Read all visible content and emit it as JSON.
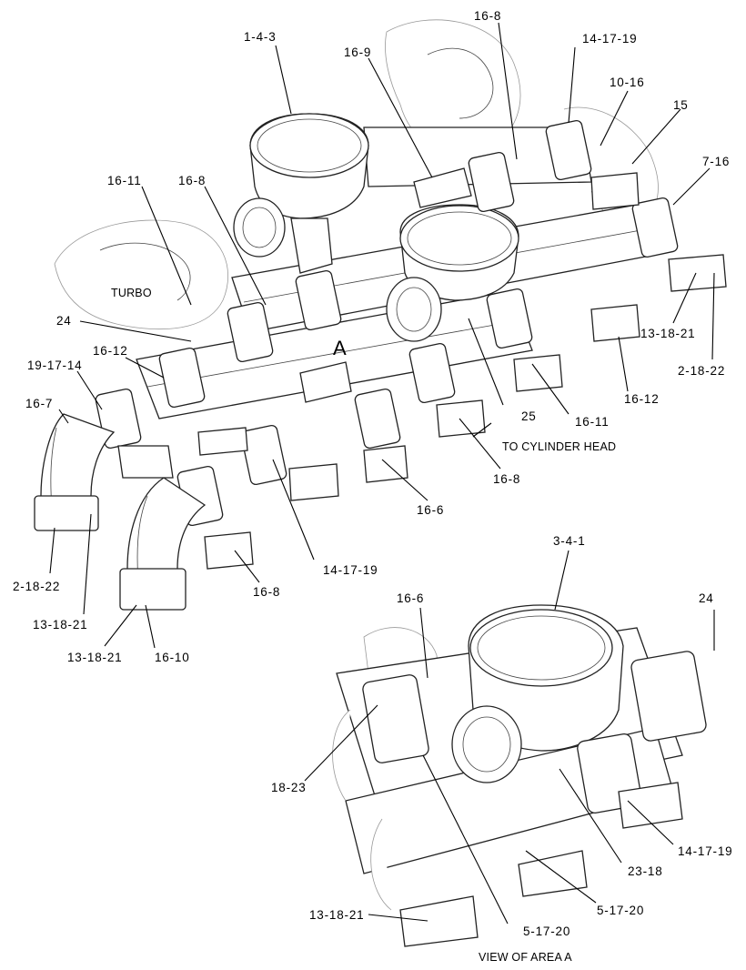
{
  "main_labels": {
    "area_marker": "A",
    "turbo": "TURBO",
    "to_cylinder_head": "TO CYLINDER HEAD",
    "view_of_area": "VIEW OF AREA A"
  },
  "callouts": {
    "c_1_4_3": "1-4-3",
    "c_16_9": "16-9",
    "c_16_8_top": "16-8",
    "c_14_17_19_top": "14-17-19",
    "c_10_16": "10-16",
    "c_15": "15",
    "c_7_16": "7-16",
    "c_16_11_left": "16-11",
    "c_16_8_left": "16-8",
    "c_24_left": "24",
    "c_16_12_left": "16-12",
    "c_19_17_14": "19-17-14",
    "c_16_7": "16-7",
    "c_13_18_21_right": "13-18-21",
    "c_2_18_22_right": "2-18-22",
    "c_16_12_right": "16-12",
    "c_25": "25",
    "c_16_11_right": "16-11",
    "c_16_8_mid": "16-8",
    "c_16_6_mid": "16-6",
    "c_14_17_19_mid": "14-17-19",
    "c_2_18_22_left": "2-18-22",
    "c_16_8_low": "16-8",
    "c_13_18_21_left": "13-18-21",
    "c_13_18_21_low": "13-18-21",
    "c_16_10": "16-10",
    "c_3_4_1": "3-4-1",
    "c_24_view": "24",
    "c_16_6_view": "16-6",
    "c_18_23": "18-23",
    "c_14_17_19_view": "14-17-19",
    "c_23_18": "23-18",
    "c_5_17_20_a": "5-17-20",
    "c_5_17_20_b": "5-17-20",
    "c_13_18_21_view": "13-18-21"
  }
}
